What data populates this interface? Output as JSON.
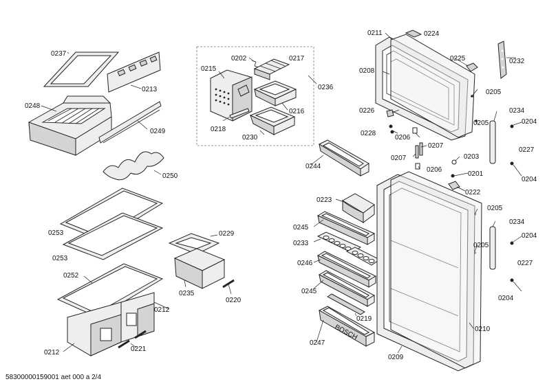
{
  "labels": {
    "p0237": "0237",
    "p0213": "0213",
    "p0248": "0248",
    "p0249": "0249",
    "p0250": "0250",
    "p0253a": "0253",
    "p0253b": "0253",
    "p0252": "0252",
    "p0212a": "0212",
    "p0212b": "0212",
    "p0221": "0221",
    "p0202": "0202",
    "p0217": "0217",
    "p0215": "0215",
    "p0236": "0236",
    "p0216": "0216",
    "p0218": "0218",
    "p0230": "0230",
    "p0229": "0229",
    "p0235": "0235",
    "p0220": "0220",
    "p0211": "0211",
    "p0224": "0224",
    "p0225": "0225",
    "p0232": "0232",
    "p0208": "0208",
    "p0205a": "0205",
    "p0226": "0226",
    "p0234a": "0234",
    "p0205b": "0205",
    "p0204a": "0204",
    "p0228": "0228",
    "p0206a": "0206",
    "p0227a": "0227",
    "p0207a": "0207",
    "p0207b": "0207",
    "p0203": "0203",
    "p0204b": "0204",
    "p0244": "0244",
    "p0206b": "0206",
    "p0201": "0201",
    "p0222": "0222",
    "p0223": "0223",
    "p0205c": "0205",
    "p0234b": "0234",
    "p0245a": "0245",
    "p0204c": "0204",
    "p0233": "0233",
    "p0205d": "0205",
    "p0246": "0246",
    "p0227b": "0227",
    "p0245b": "0245",
    "p0204d": "0204",
    "p0219": "0219",
    "p0210": "0210",
    "p0247": "0247",
    "p0209": "0209"
  },
  "brand_text": "BOSCH",
  "footer": "58300000159001 aet 000 a 2/4"
}
